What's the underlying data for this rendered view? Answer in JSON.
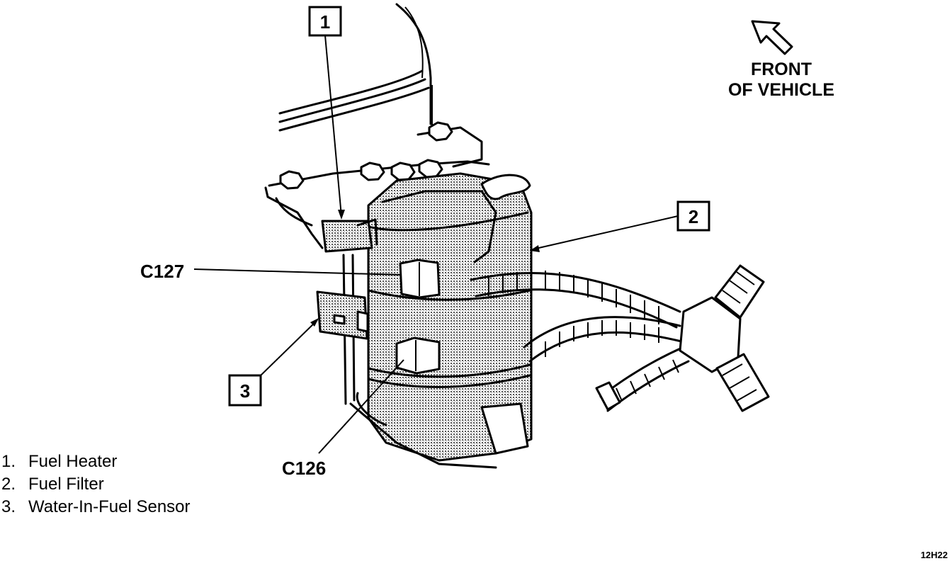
{
  "callouts": {
    "one": "1",
    "two": "2",
    "three": "3"
  },
  "connectors": {
    "c127": "C127",
    "c126": "C126"
  },
  "direction": {
    "line1": "FRONT",
    "line2": "OF VEHICLE",
    "icon": "arrow-up-left-icon"
  },
  "legend": [
    {
      "num": "1.",
      "text": "Fuel Heater"
    },
    {
      "num": "2.",
      "text": "Fuel Filter"
    },
    {
      "num": "3.",
      "text": "Water-In-Fuel Sensor"
    }
  ],
  "figure_code": "12H22"
}
